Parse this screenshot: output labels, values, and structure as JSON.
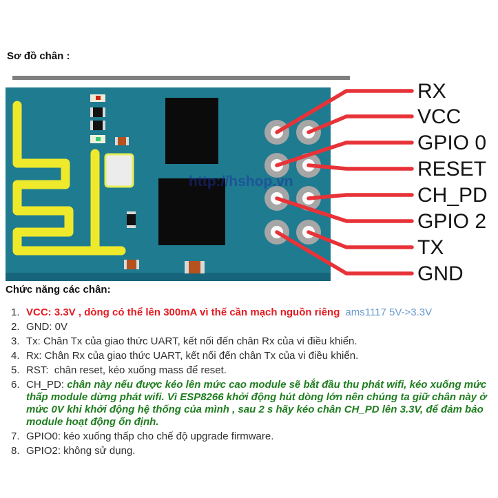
{
  "headings": {
    "pin_diagram": "Sơ đồ chân :",
    "pin_functions": "Chức năng các chân:"
  },
  "diagram": {
    "watermark": "http://hshop.vn",
    "pin_labels": [
      "RX",
      "VCC",
      "GPIO 0",
      "RESET",
      "CH_PD",
      "GPIO 2",
      "TX",
      "GND"
    ]
  },
  "colors": {
    "pcb": "#1f7b90",
    "pcb_edge": "#16657b",
    "antenna_trace": "#efe92c",
    "wire_red": "#e73338",
    "chip_black": "#0b0b0b",
    "red_text": "#e31b22",
    "blue_text": "#6699cc",
    "green_text": "#1e7d1e"
  },
  "pin_functions": [
    {
      "num": "1.",
      "main": "VCC: 3.3V , dòng có thể lên 300mA vì thế cần mạch nguồn riêng",
      "extra": "ams1117 5V->3.3V"
    },
    {
      "num": "2.",
      "main": "GND: 0V"
    },
    {
      "num": "3.",
      "main": "Tx: Chân Tx của giao thức UART, kết nối đến chân Rx của vi điều khiển."
    },
    {
      "num": "4.",
      "main": "Rx: Chân Rx của giao thức UART, kết nối đến chân Tx của vi điều khiển."
    },
    {
      "num": "5.",
      "main": "RST:  chân reset, kéo xuống mass để reset."
    },
    {
      "num": "6.",
      "prefix": "CH_PD: ",
      "main": "chân này nếu được kéo lên mức cao module sẽ bắt đầu thu phát wifi, kéo xuống mức thấp module dừng phát wifi. Vì ESP8266 khởi động hút dòng lớn nên chúng ta giữ chân này ở mức 0V khi khởi động hệ thống của mình , sau 2 s hãy kéo chân CH_PD lên 3.3V, để đảm bảo module hoạt động ổn định."
    },
    {
      "num": "7.",
      "main": "GPIO0: kéo xuống thấp cho chế độ upgrade firmware."
    },
    {
      "num": "8.",
      "main": "GPIO2: không sử dụng."
    }
  ]
}
